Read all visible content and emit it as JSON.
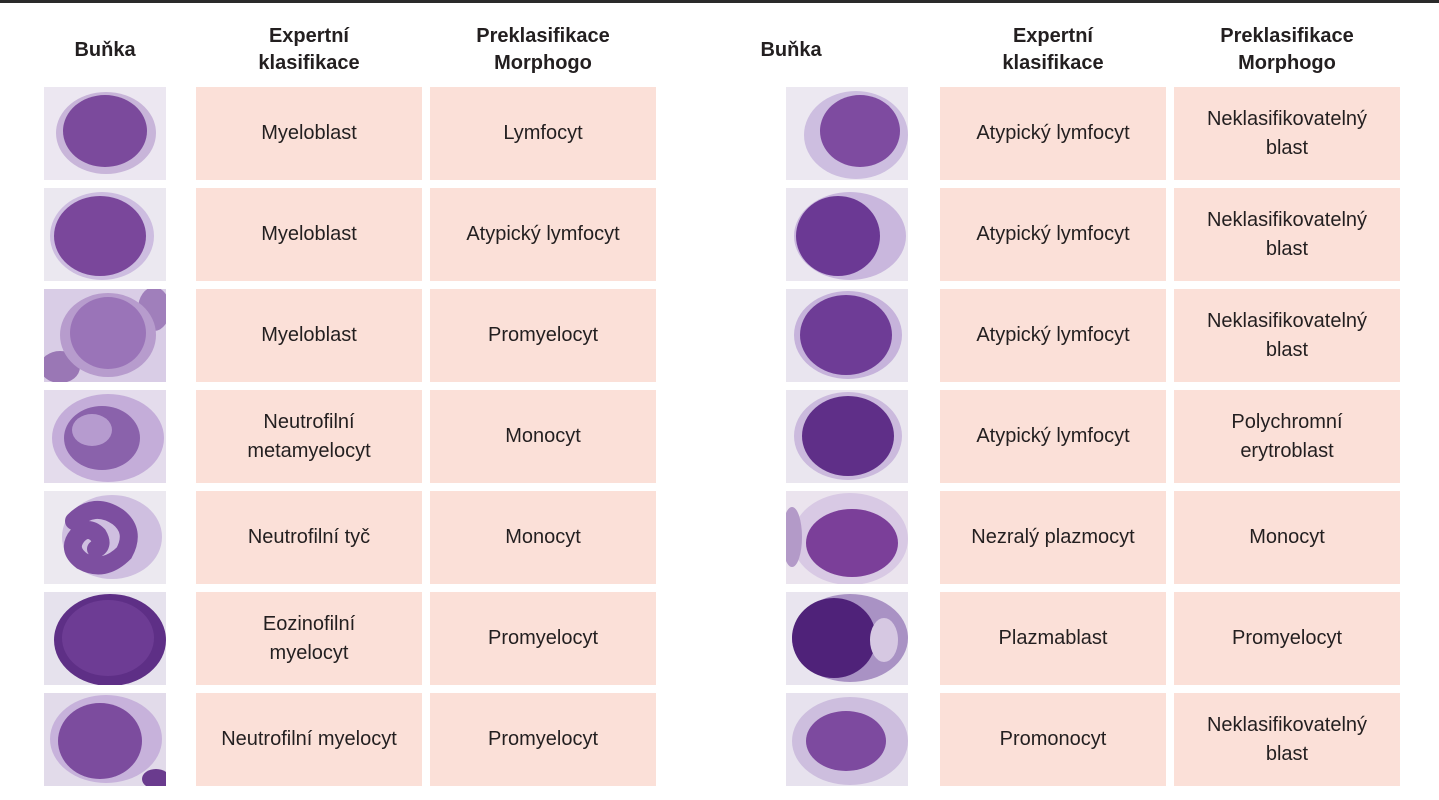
{
  "headers": {
    "cell": "Buňka",
    "expert": "Expertní\nklasifikace",
    "morphogo": "Preklasifikace\nMorphogo"
  },
  "left_rows": [
    {
      "expert": "Myeloblast",
      "morphogo": "Lymfocyt"
    },
    {
      "expert": "Myeloblast",
      "morphogo": "Atypický lymfocyt"
    },
    {
      "expert": "Myeloblast",
      "morphogo": "Promyelocyt"
    },
    {
      "expert": "Neutrofilní\nmetamyelocyt",
      "morphogo": "Monocyt"
    },
    {
      "expert": "Neutrofilní tyč",
      "morphogo": "Monocyt"
    },
    {
      "expert": "Eozinofilní\nmyelocyt",
      "morphogo": "Promyelocyt"
    },
    {
      "expert": "Neutrofilní myelocyt",
      "morphogo": "Promyelocyt"
    }
  ],
  "right_rows": [
    {
      "expert": "Atypický lymfocyt",
      "morphogo": "Neklasifikovatelný\nblast"
    },
    {
      "expert": "Atypický lymfocyt",
      "morphogo": "Neklasifikovatelný\nblast"
    },
    {
      "expert": "Atypický lymfocyt",
      "morphogo": "Neklasifikovatelný\nblast"
    },
    {
      "expert": "Atypický lymfocyt",
      "morphogo": "Polychromní\nerytroblast"
    },
    {
      "expert": "Nezralý plazmocyt",
      "morphogo": "Monocyt"
    },
    {
      "expert": "Plazmablast",
      "morphogo": "Promyelocyt"
    },
    {
      "expert": "Promonocyt",
      "morphogo": "Neklasifikovatelný\nblast"
    }
  ],
  "colors": {
    "box_fill": "#fbe0d8",
    "text": "#231f20",
    "rule": "#2a2a2a"
  }
}
